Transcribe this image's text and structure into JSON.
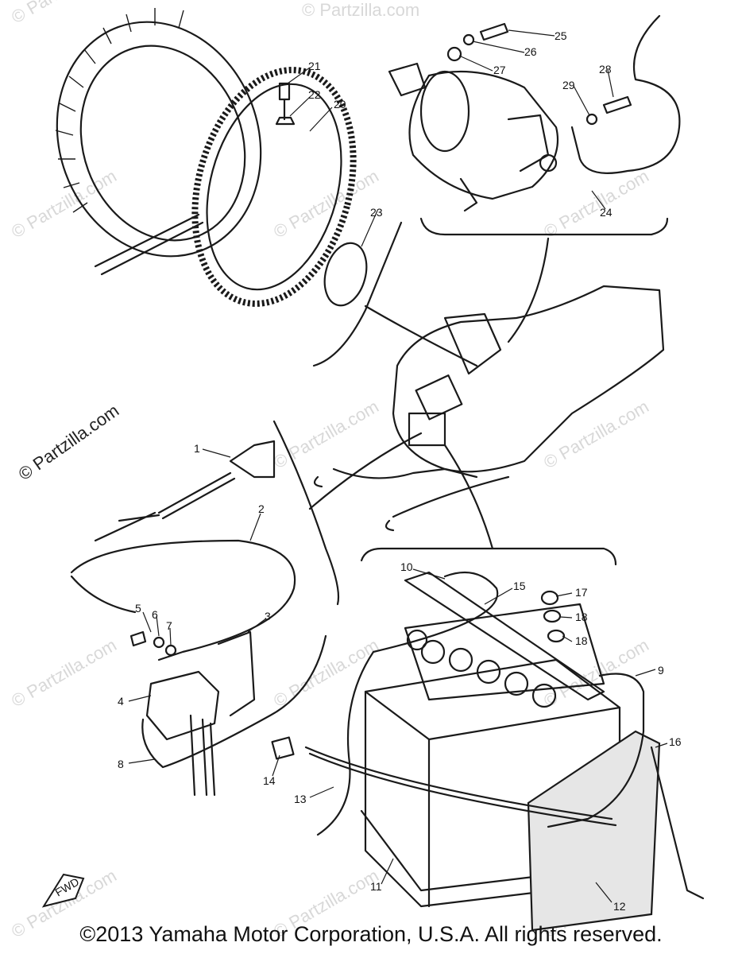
{
  "watermark": {
    "text": "© Partzilla.com"
  },
  "callouts": {
    "c1": "1",
    "c2": "2",
    "c3": "3",
    "c4": "4",
    "c5": "5",
    "c6": "6",
    "c7": "7",
    "c8": "8",
    "c9": "9",
    "c10": "10",
    "c11": "11",
    "c12": "12",
    "c13": "13",
    "c14": "14",
    "c15": "15",
    "c16": "16",
    "c17": "17",
    "c18a": "18",
    "c18b": "18",
    "c20": "20",
    "c21": "21",
    "c22": "22",
    "c23": "23",
    "c24": "24",
    "c25": "25",
    "c26": "26",
    "c27": "27",
    "c28": "28",
    "c29": "29"
  },
  "fwd_label": "FWD",
  "footer": {
    "copyright": "©2013 Yamaha Motor Corporation, U.S.A. All rights reserved."
  }
}
